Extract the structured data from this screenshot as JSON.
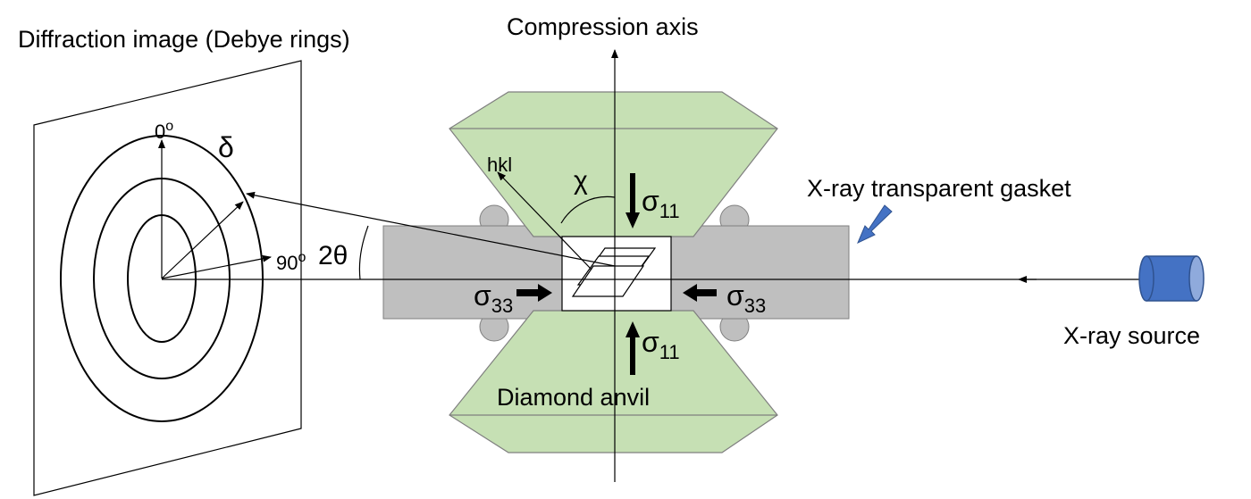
{
  "labels": {
    "diffraction_image": "Diffraction image (Debye rings)",
    "compression_axis": "Compression axis",
    "gasket": "X-ray transparent gasket",
    "source": "X-ray source",
    "anvil": "Diamond anvil",
    "hkl": "hkl",
    "chi": "χ",
    "delta": "δ",
    "two_theta": "2θ",
    "zero_deg": "0",
    "ninety_deg": "90",
    "degree_mark": "o",
    "sigma": "σ",
    "sub_11": "11",
    "sub_33": "33"
  },
  "colors": {
    "anvil_fill": "#c6e0b4",
    "gasket_fill": "#bfbfbf",
    "source_fill": "#4472c4",
    "source_end": "#8faadc",
    "pointer_arrow": "#4472c4",
    "line": "#000000"
  }
}
